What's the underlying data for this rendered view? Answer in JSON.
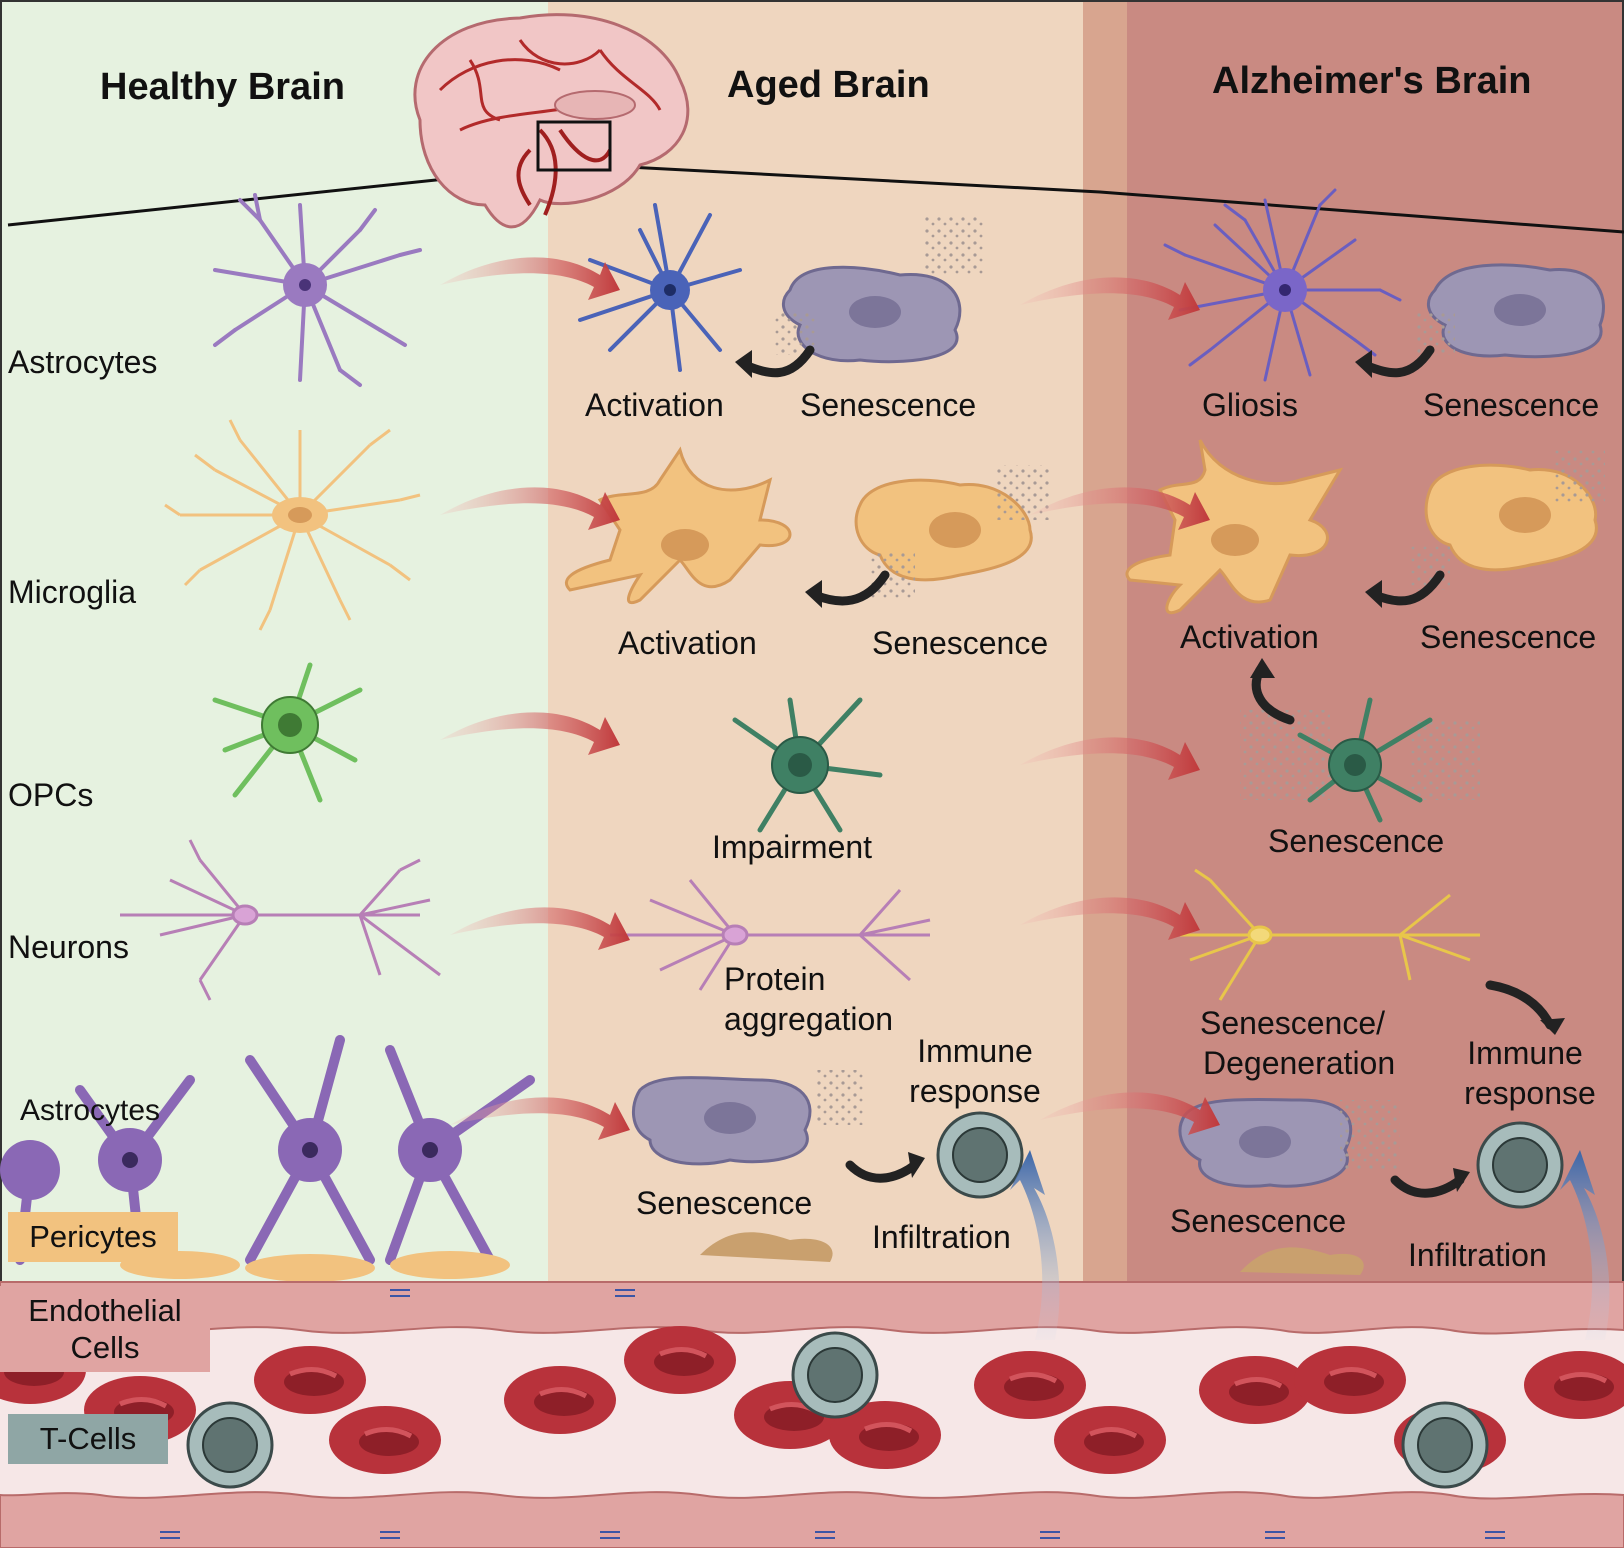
{
  "columns": {
    "healthy": {
      "title": "Healthy Brain",
      "color": "#e6f2e0"
    },
    "aged": {
      "title": "Aged Brain",
      "color": "#efd6bf"
    },
    "alzheimers": {
      "title": "Alzheimer's Brain",
      "color": "#c98a82"
    }
  },
  "rows": {
    "astrocytes": "Astrocytes",
    "microglia": "Microglia",
    "opcs": "OPCs",
    "neurons": "Neurons",
    "bbb_astrocytes": "Astrocytes"
  },
  "aged": {
    "astro_activation": "Activation",
    "astro_senescence": "Senescence",
    "micro_activation": "Activation",
    "micro_senescence": "Senescence",
    "opc_impairment": "Impairment",
    "neuron_line1": "Protein",
    "neuron_line2": "aggregation",
    "bbb_senescence": "Senescence",
    "immune_line1": "Immune",
    "immune_line2": "response",
    "infiltration": "Infiltration"
  },
  "alz": {
    "astro_gliosis": "Gliosis",
    "astro_senescence": "Senescence",
    "micro_activation": "Activation",
    "micro_senescence": "Senescence",
    "opc_senescence": "Senescence",
    "neuron_line1": "Senescence/",
    "neuron_line2": "Degeneration",
    "bbb_senescence": "Senescence",
    "immune_line1": "Immune",
    "immune_line2": "response",
    "infiltration": "Infiltration"
  },
  "legend": {
    "pericytes": "Pericytes",
    "endothelial_line1": "Endothelial",
    "endothelial_line2": "Cells",
    "tcells": "T-Cells"
  },
  "palette": {
    "astrocyte": "#9a7ac0",
    "microglia": "#f2c27f",
    "opc": "#6fbf5e",
    "neuron": "#b77fb6",
    "rbc": "#b8323b",
    "tcell": "#8fa6a5",
    "endothelial": "#e0a4a2",
    "vessel_lumen": "#f6e7e7",
    "arrow_red": "#c0504d",
    "arrow_black": "#222222",
    "arrow_blue": "#4e79b8"
  }
}
